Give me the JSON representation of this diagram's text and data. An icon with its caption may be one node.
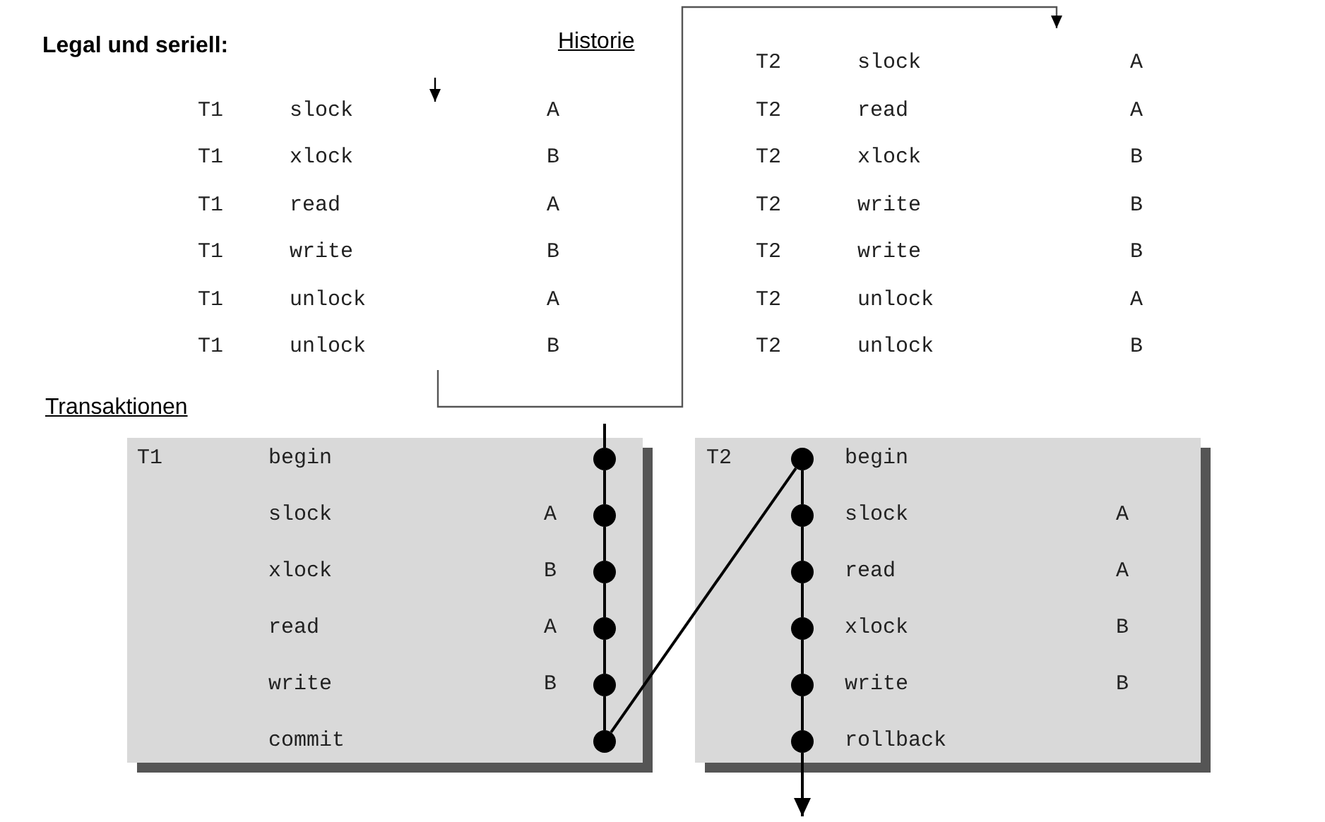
{
  "diagram": {
    "title": "Legal und seriell:",
    "nodes": [
      {
        "text": [
          "T1",
          "begin",
          "slock",
          "A",
          "xlock",
          "B",
          "read",
          "A",
          "write",
          "B",
          "commit"
        ]
      },
      {
        "text": [
          "T2",
          "begin",
          "slock",
          "A",
          "read",
          "A",
          "xlock",
          "B",
          "write",
          "B",
          "rollback"
        ]
      },
      {
        "text": [],
        "shape": "circle",
        "in": 0
      },
      {
        "text": [],
        "shape": "circle",
        "in": 0
      },
      {
        "text": [],
        "shape": "circle",
        "in": 0
      },
      {
        "text": [],
        "shape": "circle",
        "in": 0
      },
      {
        "text": [],
        "shape": "circle",
        "in": 0
      },
      {
        "text": [],
        "shape": "circle",
        "in": 0
      },
      {
        "text": [],
        "shape": "circle",
        "in": 1
      },
      {
        "text": [],
        "shape": "circle",
        "in": 1
      },
      {
        "text": [],
        "shape": "circle",
        "in": 1
      },
      {
        "text": [],
        "shape": "circle",
        "in": 1
      },
      {
        "text": [],
        "shape": "circle",
        "in": 1
      },
      {
        "text": [],
        "shape": "circle",
        "in": 1
      }
    ],
    "edges": [
      {
        "from": null,
        "to": 2,
        "arrow": "none"
      },
      {
        "from": 2,
        "to": 3,
        "arrow": "none"
      },
      {
        "from": 3,
        "to": 4,
        "arrow": "none"
      },
      {
        "from": 4,
        "to": 5,
        "arrow": "none"
      },
      {
        "from": 5,
        "to": 6,
        "arrow": "none"
      },
      {
        "from": 6,
        "to": 7,
        "arrow": "none"
      },
      {
        "from": 7,
        "to": 8,
        "arrow": "none"
      },
      {
        "from": 8,
        "to": 9,
        "arrow": "none"
      },
      {
        "from": 9,
        "to": 10,
        "arrow": "none"
      },
      {
        "from": 10,
        "to": 11,
        "arrow": "none"
      },
      {
        "from": 11,
        "to": 12,
        "arrow": "none"
      },
      {
        "from": 12,
        "to": 13,
        "arrow": "none"
      },
      {
        "from": 13,
        "to": null,
        "arrow": "to"
      }
    ],
    "labels": [
      "Historie",
      "T1",
      "slock",
      "A",
      "T1",
      "xlock",
      "B",
      "T1",
      "read",
      "A",
      "T1",
      "write",
      "B",
      "T1",
      "unlock",
      "A",
      "T1",
      "unlock",
      "B",
      "T2",
      "slock",
      "A",
      "T2",
      "read",
      "A",
      "T2",
      "xlock",
      "B",
      "T2",
      "write",
      "B",
      "T2",
      "write",
      "B",
      "T2",
      "unlock",
      "A",
      "T2",
      "unlock",
      "B",
      "Transaktionen"
    ]
  }
}
